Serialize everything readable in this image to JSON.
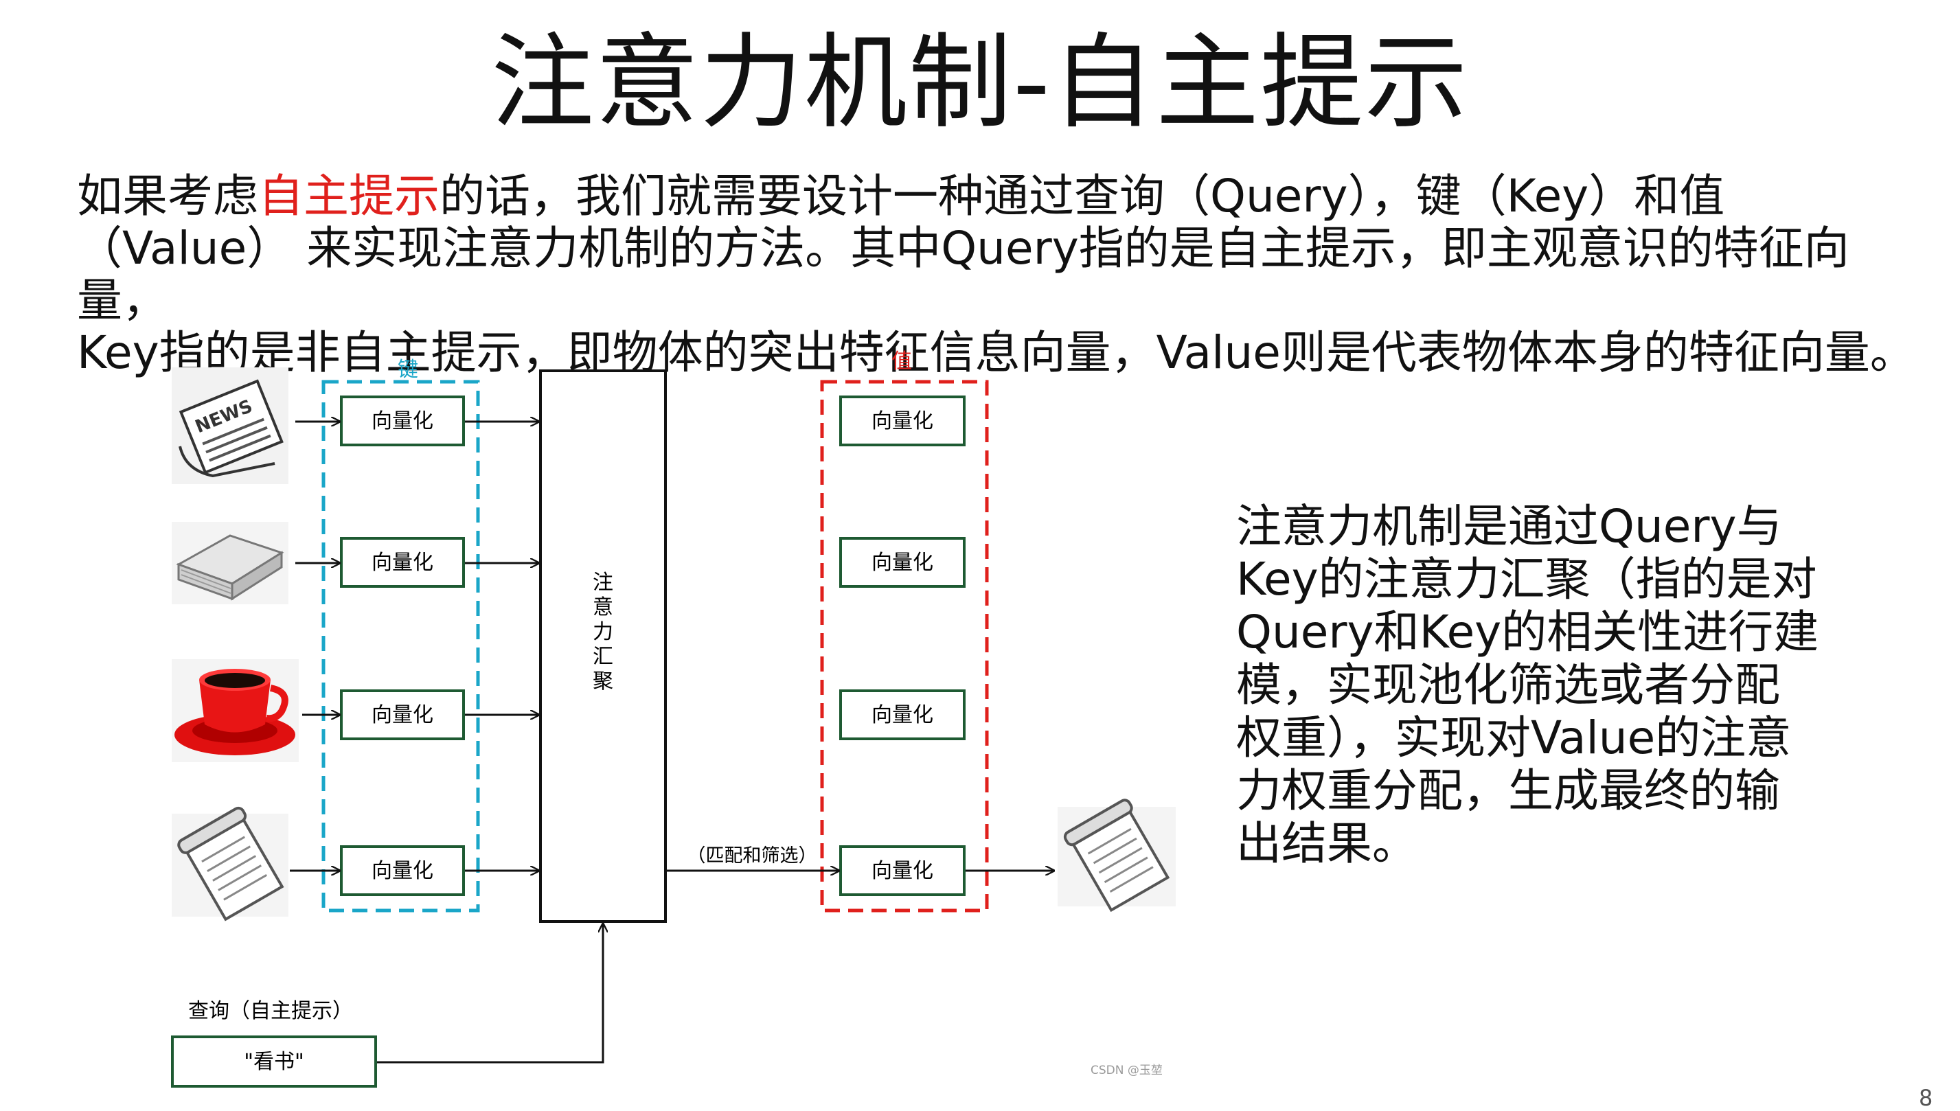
{
  "title": "注意力机制-自主提示",
  "intro": {
    "part1": "如果考虑",
    "highlight": "自主提示",
    "part2": "的话，我们就需要设计一种通过查询（Query），键（Key）和值",
    "line2": "（Value） 来实现注意力机制的方法。其中Query指的是自主提示，即主观意识的特征向量，",
    "line3": "Key指的是非自主提示，即物体的突出特征信息向量，Value则是代表物体本身的特征向量。"
  },
  "diagram": {
    "key_group_label": "键",
    "value_group_label": "值",
    "key_boxes": [
      "向量化",
      "向量化",
      "向量化",
      "向量化"
    ],
    "value_boxes": [
      "向量化",
      "向量化",
      "向量化",
      "向量化"
    ],
    "pooling_label": [
      "注",
      "意",
      "力",
      "汇",
      "聚"
    ],
    "match_label": "（匹配和筛选）",
    "query_label": "查询（自主提示）",
    "query_value": "\"看书\"",
    "icons": [
      "newspaper-icon",
      "book-icon",
      "coffee-cup-icon",
      "notepad-icon",
      "output-notepad-icon"
    ],
    "colors": {
      "key_border": "#1aa6c8",
      "value_border": "#e0201c",
      "box_border": "#1e5a32"
    }
  },
  "explanation": [
    "注意力机制是通过Query与",
    "Key的注意力汇聚（指的是对",
    "Query和Key的相关性进行建",
    "模，实现池化筛选或者分配",
    "权重），实现对Value的注意",
    "力权重分配，生成最终的输",
    "出结果。"
  ],
  "watermark": "CSDN @玉堃",
  "page_number": "8"
}
